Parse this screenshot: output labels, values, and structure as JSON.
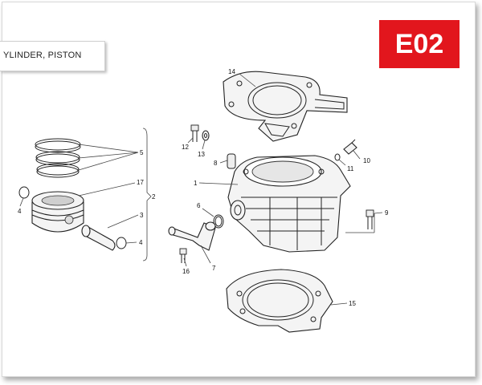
{
  "header": {
    "title": "YLINDER, PISTON",
    "code": "E02"
  },
  "colors": {
    "badge": "#e2161d",
    "badge_text": "#ffffff"
  },
  "callouts": {
    "c14": "14",
    "c12": "12",
    "c13": "13",
    "c8": "8",
    "c1": "1",
    "c6": "6",
    "c7": "7",
    "c16": "16",
    "c10": "10",
    "c11": "11",
    "c9": "9",
    "c15": "15",
    "c5": "5",
    "c17": "17",
    "c2": "2",
    "c3": "3",
    "c4a": "4",
    "c4b": "4"
  }
}
